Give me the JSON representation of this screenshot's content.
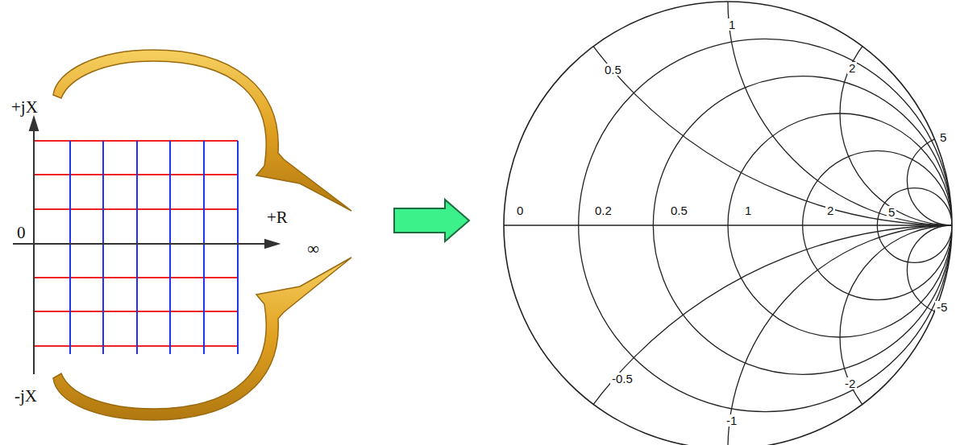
{
  "diagram": {
    "labels": [
      "+jX",
      "0",
      "+R",
      "∞",
      "-jX",
      "1",
      "0.5",
      "2",
      "5",
      "0",
      "0.2",
      "0.5",
      "1",
      "2",
      "5",
      "-0.5",
      "-2",
      "-5",
      "-1"
    ]
  }
}
